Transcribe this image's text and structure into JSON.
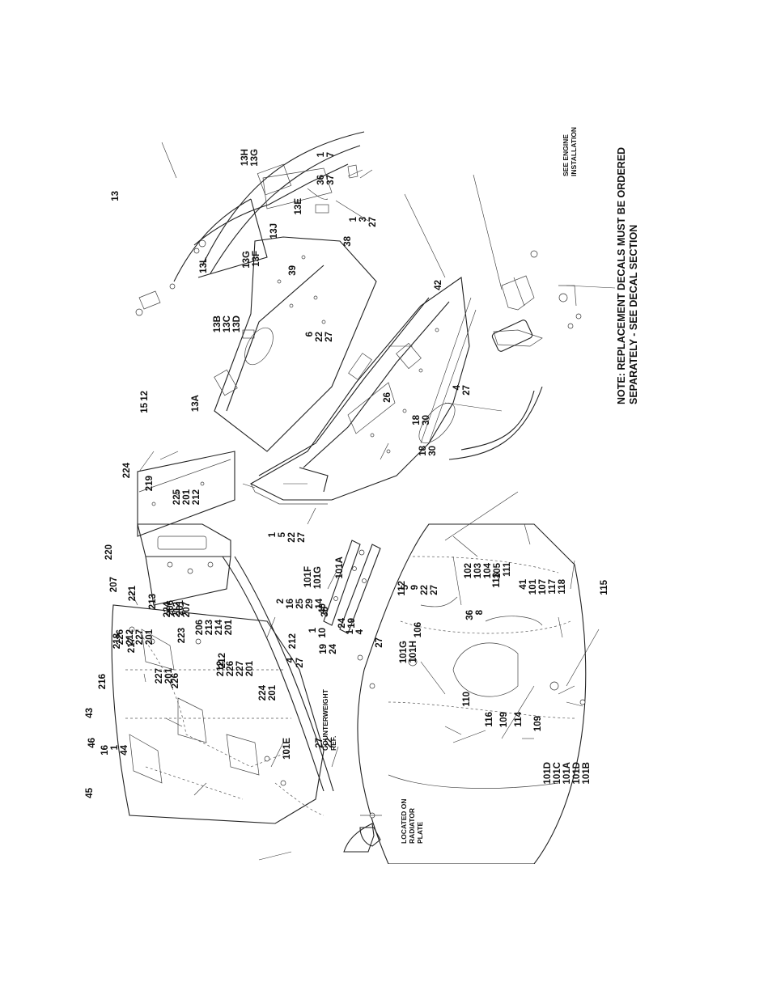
{
  "note": {
    "line1": "NOTE:  REPLACEMENT DECALS MUST BE ORDERED",
    "line2": "SEPARATELY - SEE DECAL SECTION"
  },
  "references": {
    "engine": [
      "SEE ENGINE",
      "INSTALLATION"
    ],
    "counterweight": [
      "COUNTERWEIGHT",
      "REF."
    ],
    "radiator": [
      "LOCATED ON",
      "RADIATOR",
      "PLATE"
    ]
  },
  "callouts": [
    {
      "id": "c13",
      "lines": [
        "13"
      ]
    },
    {
      "id": "c12",
      "lines": [
        "12"
      ]
    },
    {
      "id": "c15",
      "lines": [
        "15"
      ]
    },
    {
      "id": "c13A",
      "lines": [
        "13A"
      ]
    },
    {
      "id": "c13L",
      "lines": [
        "13L"
      ]
    },
    {
      "id": "c13BCD",
      "lines": [
        "13B",
        "13C",
        "13D"
      ]
    },
    {
      "id": "c13H",
      "lines": [
        "13H",
        "13G"
      ]
    },
    {
      "id": "c13G",
      "lines": [
        "13G",
        "13F"
      ]
    },
    {
      "id": "c13J",
      "lines": [
        "13J"
      ]
    },
    {
      "id": "c13E",
      "lines": [
        "13E"
      ]
    },
    {
      "id": "c1-7",
      "lines": [
        "1",
        "7"
      ]
    },
    {
      "id": "c36-37",
      "lines": [
        "36",
        "37"
      ]
    },
    {
      "id": "c39",
      "lines": [
        "39"
      ]
    },
    {
      "id": "c38",
      "lines": [
        "38"
      ]
    },
    {
      "id": "c1-3-27",
      "lines": [
        "1",
        "3",
        "27"
      ]
    },
    {
      "id": "c6-22-27",
      "lines": [
        "6",
        "22",
        "27"
      ]
    },
    {
      "id": "c42",
      "lines": [
        "42"
      ]
    },
    {
      "id": "c26",
      "lines": [
        "26"
      ]
    },
    {
      "id": "c4-27",
      "lines": [
        "4",
        "27"
      ]
    },
    {
      "id": "c18-30a",
      "lines": [
        "18",
        "30"
      ]
    },
    {
      "id": "c18-30b",
      "lines": [
        "18",
        "30"
      ]
    },
    {
      "id": "c14",
      "lines": [
        "14"
      ]
    },
    {
      "id": "c36a",
      "lines": [
        "36"
      ]
    },
    {
      "id": "c1-10",
      "lines": [
        "1",
        "10"
      ]
    },
    {
      "id": "c24-19",
      "lines": [
        "24",
        "19"
      ]
    },
    {
      "id": "c19-24",
      "lines": [
        "19",
        "24"
      ]
    },
    {
      "id": "c101A-top",
      "lines": [
        "101A"
      ]
    },
    {
      "id": "c36-8",
      "lines": [
        "36",
        "8"
      ]
    },
    {
      "id": "c224",
      "lines": [
        "224"
      ]
    },
    {
      "id": "c219",
      "lines": [
        "219"
      ]
    },
    {
      "id": "c225",
      "lines": [
        "225",
        "201",
        "212"
      ]
    },
    {
      "id": "c220",
      "lines": [
        "220"
      ]
    },
    {
      "id": "c207",
      "lines": [
        "207"
      ]
    },
    {
      "id": "c221",
      "lines": [
        "221"
      ]
    },
    {
      "id": "c213",
      "lines": [
        "213"
      ]
    },
    {
      "id": "c206-201",
      "lines": [
        "206",
        "201"
      ]
    },
    {
      "id": "c1-5-22-27",
      "lines": [
        "1",
        "5",
        "22",
        "27"
      ]
    },
    {
      "id": "c2-16-25-29",
      "lines": [
        "2",
        "16",
        "25",
        "29"
      ]
    },
    {
      "id": "c40",
      "lines": [
        "40"
      ]
    },
    {
      "id": "c5-9-22-27",
      "lines": [
        "5",
        "9",
        "22",
        "27"
      ]
    },
    {
      "id": "c1-4",
      "lines": [
        "1",
        "4"
      ]
    },
    {
      "id": "c27a",
      "lines": [
        "27"
      ]
    },
    {
      "id": "c101FG",
      "lines": [
        "101F",
        "101G"
      ]
    },
    {
      "id": "c226-212-227-201",
      "lines": [
        "226",
        "212",
        "227",
        "201"
      ]
    },
    {
      "id": "c224-212-207",
      "lines": [
        "224",
        "212",
        "207"
      ]
    },
    {
      "id": "c223",
      "lines": [
        "223"
      ]
    },
    {
      "id": "c206-213-214-201",
      "lines": [
        "206",
        "213",
        "214",
        "201"
      ]
    },
    {
      "id": "c212-226-227-201",
      "lines": [
        "212",
        "226",
        "227",
        "201"
      ]
    },
    {
      "id": "c218",
      "lines": [
        "218"
      ]
    },
    {
      "id": "c217",
      "lines": [
        "217"
      ]
    },
    {
      "id": "c227-201",
      "lines": [
        "227",
        "201"
      ]
    },
    {
      "id": "c226",
      "lines": [
        "226"
      ]
    },
    {
      "id": "c216",
      "lines": [
        "216"
      ]
    },
    {
      "id": "c212a",
      "lines": [
        "212"
      ]
    },
    {
      "id": "c224-201",
      "lines": [
        "224",
        "201"
      ]
    },
    {
      "id": "c212b",
      "lines": [
        "212"
      ]
    },
    {
      "id": "c4-27b",
      "lines": [
        "4",
        "27"
      ]
    },
    {
      "id": "c101E",
      "lines": [
        "101E"
      ]
    },
    {
      "id": "c27-22",
      "lines": [
        "27",
        "22"
      ]
    },
    {
      "id": "c101G-101H",
      "lines": [
        "101G",
        "101H"
      ]
    },
    {
      "id": "c106",
      "lines": [
        "106"
      ]
    },
    {
      "id": "c112",
      "lines": [
        "112"
      ]
    },
    {
      "id": "c102-105",
      "lines": [
        "102",
        "103",
        "104",
        "105"
      ]
    },
    {
      "id": "c113",
      "lines": [
        "113"
      ]
    },
    {
      "id": "c111",
      "lines": [
        "111"
      ]
    },
    {
      "id": "c41-118",
      "lines": [
        "41",
        "101",
        "107",
        "117",
        "118"
      ]
    },
    {
      "id": "c115",
      "lines": [
        "115"
      ]
    },
    {
      "id": "c109a",
      "lines": [
        "109"
      ]
    },
    {
      "id": "c110",
      "lines": [
        "110"
      ]
    },
    {
      "id": "c116",
      "lines": [
        "116"
      ]
    },
    {
      "id": "c109b",
      "lines": [
        "109"
      ]
    },
    {
      "id": "c114",
      "lines": [
        "114"
      ]
    },
    {
      "id": "c101-stack",
      "lines": [
        "101D",
        "101C",
        "101A",
        "101D",
        "101B"
      ]
    },
    {
      "id": "c43",
      "lines": [
        "43"
      ]
    },
    {
      "id": "c46",
      "lines": [
        "46"
      ]
    },
    {
      "id": "c45",
      "lines": [
        "45"
      ]
    },
    {
      "id": "c16-1-44",
      "lines": [
        "16",
        "1",
        "44"
      ]
    }
  ]
}
